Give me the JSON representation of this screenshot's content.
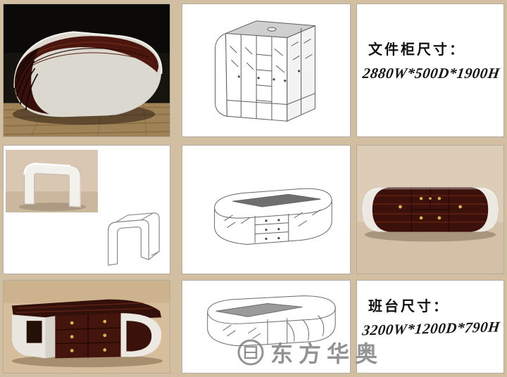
{
  "colors": {
    "page_bg": "#d2bfa2",
    "cell_bg": "#ffffff",
    "cell_border": "#b3ada0",
    "wood_dark": "#3c120b",
    "shell_white": "#ece9e2",
    "photo_tan": "#d6bd9c",
    "handle_gold": "#d8b24a",
    "watermark_gray": "#787878"
  },
  "specs": {
    "cabinet": {
      "label": "文件柜尺寸：",
      "dimensions": "2880W*500D*1900H"
    },
    "desk": {
      "label": "班台尺寸：",
      "dimensions": "3200W*1200D*790H"
    }
  },
  "watermark": {
    "text": "东方华奥"
  }
}
